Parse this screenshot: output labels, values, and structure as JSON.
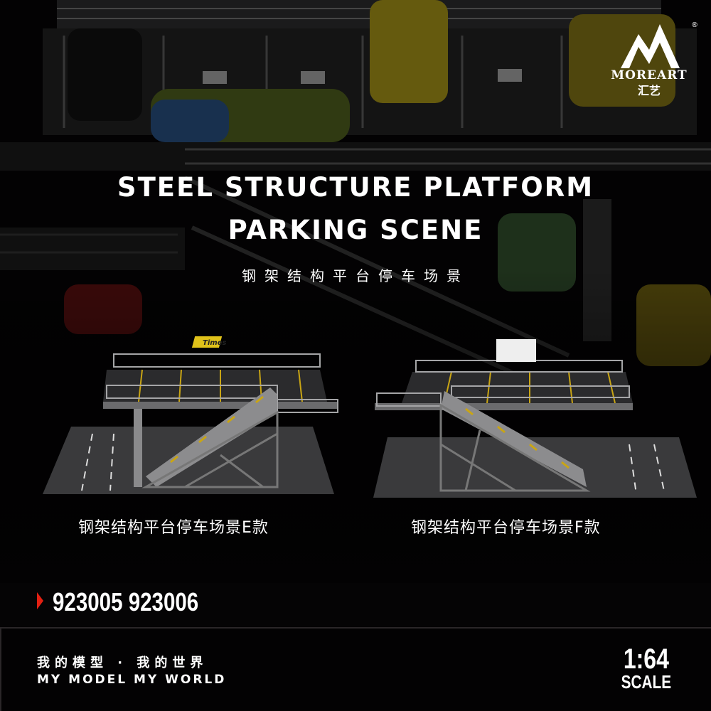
{
  "brand": {
    "name": "MOREART",
    "name_cn": "汇艺",
    "registered": "®"
  },
  "headline": {
    "line1": "STEEL STRUCTURE PLATFORM",
    "line2": "PARKING SCENE",
    "cn": "钢架结构平台停车场景"
  },
  "products": [
    {
      "caption": "钢架结构平台停车场景E款",
      "sign": "Times"
    },
    {
      "caption": "钢架结构平台停车场景F款"
    }
  ],
  "codes": "923005  923006",
  "footer": {
    "slogan_cn": "我的模型 · 我的世界",
    "slogan_en": "MY MODEL MY WORLD",
    "scale_ratio": "1:64",
    "scale_label": "SCALE"
  },
  "colors": {
    "accent": "#e32012",
    "background": "#050405"
  }
}
